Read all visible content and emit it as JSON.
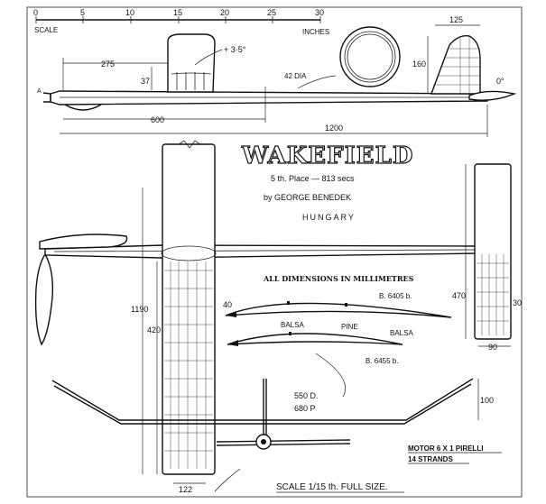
{
  "scale_bar": {
    "ticks": [
      "0",
      "5",
      "10",
      "15",
      "20",
      "25",
      "30"
    ],
    "label_left": "SCALE",
    "label_right": "INCHES"
  },
  "title": {
    "main": "WAKEFIELD",
    "place": "5 th. Place — 813 secs",
    "by": "by GEORGE BENEDEK",
    "country": "HUNGARY"
  },
  "dimensions": {
    "d275": "275",
    "d37": "37",
    "incidence": "+ 3·5°",
    "fuselage_dia": "42 DIA",
    "d600": "600",
    "d1200": "1200",
    "d125": "125",
    "d160": "160",
    "tail_zero": "0°",
    "d470": "470",
    "d30": "30",
    "d90": "90",
    "d1190": "1190",
    "d420": "420",
    "d40": "40",
    "d100": "100",
    "d122": "122",
    "prop_d": "550 D.",
    "prop_p": "680 P"
  },
  "notes": {
    "all_dims": "ALL DIMENSIONS IN MILLIMETRES",
    "section_upper": "B. 6405 b.",
    "section_lower": "B. 6455 b.",
    "balsa_left": "BALSA",
    "pine": "PINE",
    "balsa_right": "BALSA",
    "motor_line1": "MOTOR 6 X 1 PIRELLI",
    "motor_line2": "14 STRANDS",
    "scale_note": "SCALE 1/15 th. FULL SIZE."
  }
}
